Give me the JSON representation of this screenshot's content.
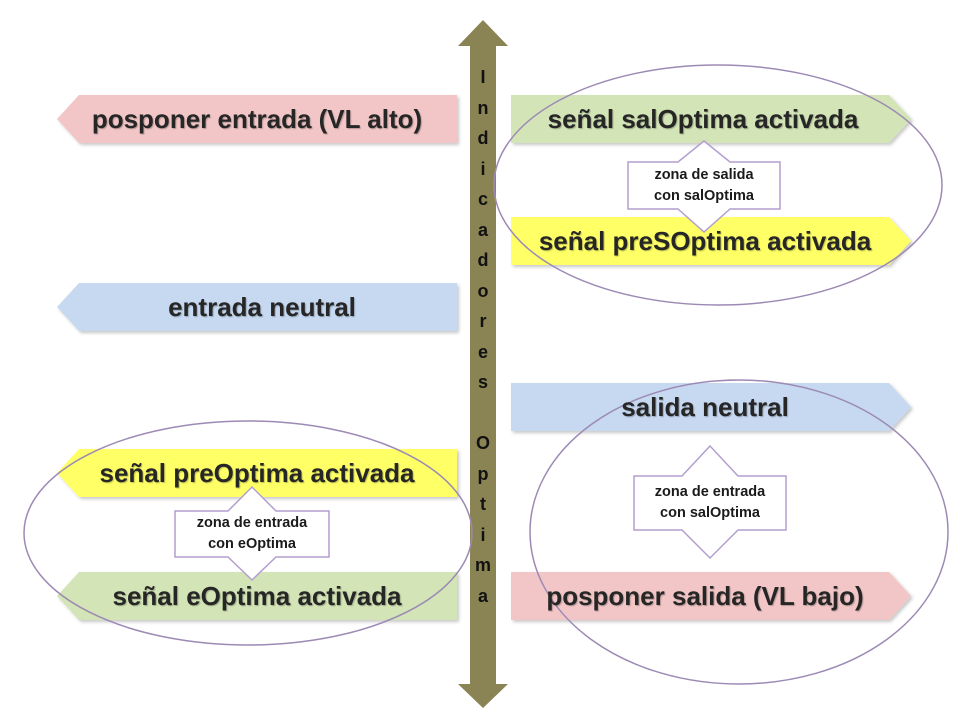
{
  "colors": {
    "pink": "#f2c6c6",
    "green": "#d3e4b6",
    "blue": "#c6d9f1",
    "yellow": "#ffff66",
    "axis": "#8a8454",
    "ellipse_stroke": "#9c8ab4",
    "box_stroke": "#b39fce"
  },
  "axis": {
    "label_letters": [
      "I",
      "n",
      "d",
      "i",
      "c",
      "a",
      "d",
      "o",
      "r",
      "e",
      "s",
      " ",
      "O",
      "p",
      "t",
      "i",
      "m",
      "a"
    ]
  },
  "left": {
    "posponer_entrada": "posponer entrada (VL alto)",
    "entrada_neutral": "entrada neutral",
    "pre_optima": "señal preOptima activada",
    "e_optima": "señal eOptima activada",
    "zona_entrada_line1": "zona de entrada",
    "zona_entrada_line2": "con eOptima"
  },
  "right": {
    "sal_optima": "señal salOptima activada",
    "pres_optima": "señal preSOptima activada",
    "salida_neutral": "salida neutral",
    "posponer_salida": "posponer salida (VL bajo)",
    "zona_salida_line1": "zona de salida",
    "zona_salida_line2": "con salOptima",
    "zona_entrada_line1": "zona de entrada",
    "zona_entrada_line2": "con salOptima"
  }
}
